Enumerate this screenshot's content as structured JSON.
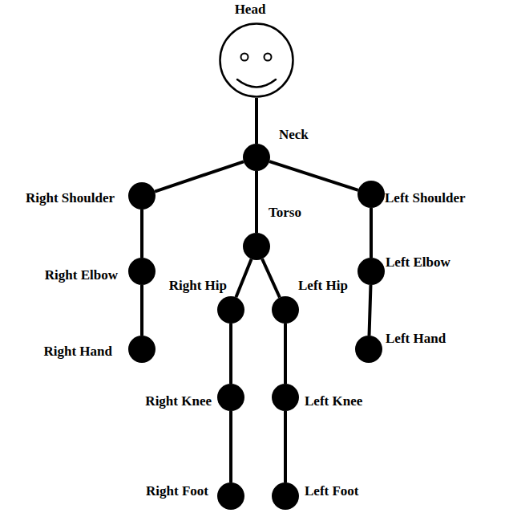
{
  "diagram": {
    "nodes": [
      {
        "text": [
          "Head"
        ]
      },
      {
        "text": [
          "Neck"
        ]
      },
      {
        "text": [
          "Right Shoulder"
        ]
      },
      {
        "text": [
          "Left Shoulder"
        ]
      },
      {
        "text": [
          "Torso"
        ]
      },
      {
        "text": [
          "Right Elbow"
        ]
      },
      {
        "text": [
          "Left Elbow"
        ]
      },
      {
        "text": [
          "Right Hip"
        ]
      },
      {
        "text": [
          "Left Hip"
        ]
      },
      {
        "text": [
          "Right Hand"
        ]
      },
      {
        "text": [
          "Left Hand"
        ]
      },
      {
        "text": [
          "Right Knee"
        ]
      },
      {
        "text": [
          "Left Knee"
        ]
      },
      {
        "text": [
          "Right Foot"
        ]
      },
      {
        "text": [
          "Left Foot"
        ]
      }
    ],
    "edges": [
      {
        "from": 0,
        "to": 1,
        "arrow": "none"
      },
      {
        "from": 1,
        "to": 2,
        "arrow": "none"
      },
      {
        "from": 1,
        "to": 3,
        "arrow": "none"
      },
      {
        "from": 1,
        "to": 4,
        "arrow": "none"
      },
      {
        "from": 2,
        "to": 5,
        "arrow": "none"
      },
      {
        "from": 5,
        "to": 9,
        "arrow": "none"
      },
      {
        "from": 3,
        "to": 6,
        "arrow": "none"
      },
      {
        "from": 6,
        "to": 10,
        "arrow": "none"
      },
      {
        "from": 4,
        "to": 7,
        "arrow": "none"
      },
      {
        "from": 4,
        "to": 8,
        "arrow": "none"
      },
      {
        "from": 7,
        "to": 11,
        "arrow": "none"
      },
      {
        "from": 11,
        "to": 13,
        "arrow": "none"
      },
      {
        "from": 8,
        "to": 12,
        "arrow": "none"
      },
      {
        "from": 12,
        "to": 14,
        "arrow": "none"
      }
    ]
  }
}
